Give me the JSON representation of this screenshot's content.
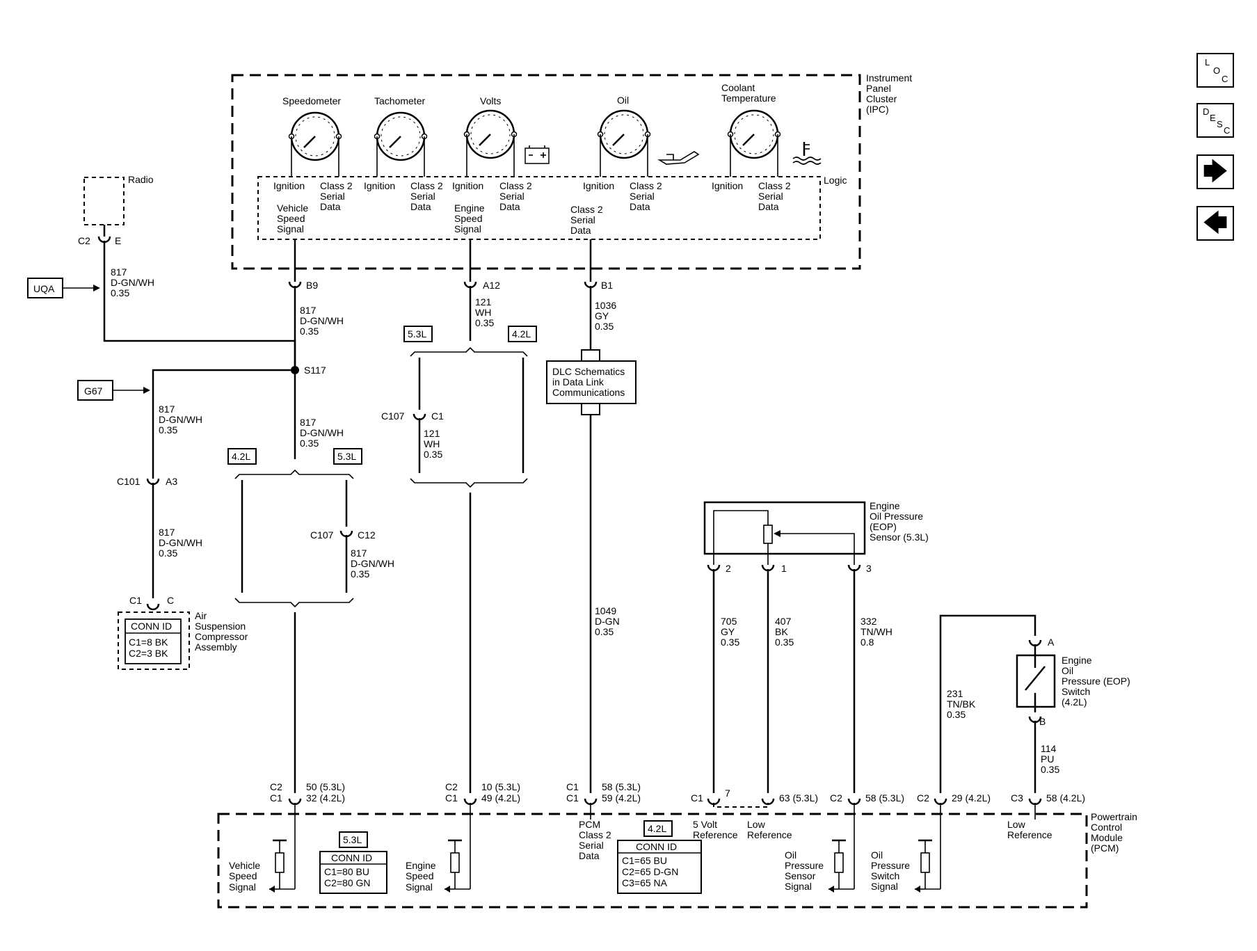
{
  "nav": {
    "loc": [
      "L",
      "O",
      "C"
    ],
    "desc": [
      "D",
      "E",
      "S",
      "C"
    ],
    "next": "🡆",
    "prev": "🡄"
  },
  "ipc": {
    "title": [
      "Instrument",
      "Panel",
      "Cluster",
      "(IPC)"
    ],
    "logic": "Logic",
    "gauges": {
      "speedometer": "Speedometer",
      "tachometer": "Tachometer",
      "volts": "Volts",
      "oil": "Oil",
      "coolant": [
        "Coolant",
        "Temperature"
      ]
    },
    "labels": {
      "ignition": "Ignition",
      "class2": [
        "Class 2",
        "Serial",
        "Data"
      ],
      "vss": [
        "Vehicle",
        "Speed",
        "Signal"
      ],
      "ess": [
        "Engine",
        "Speed",
        "Signal"
      ],
      "c2sd": [
        "Class 2",
        "Serial",
        "Data"
      ]
    },
    "pins": {
      "b9": "B9",
      "a12": "A12",
      "b1": "B1"
    }
  },
  "radio": {
    "label": "Radio",
    "conn": "C2",
    "pin": "E"
  },
  "refs": {
    "uqa": "UQA",
    "g67": "G67"
  },
  "wire817": [
    "817",
    "D-GN/WH",
    "0.35"
  ],
  "wire121": [
    "121",
    "WH",
    "0.35"
  ],
  "wire1036": [
    "1036",
    "GY",
    "0.35"
  ],
  "wire1049": [
    "1049",
    "D-GN",
    "0.35"
  ],
  "wire705": [
    "705",
    "GY",
    "0.35"
  ],
  "wire407": [
    "407",
    "BK",
    "0.35"
  ],
  "wire332": [
    "332",
    "TN/WH",
    "0.8"
  ],
  "wire231": [
    "231",
    "TN/BK",
    "0.35"
  ],
  "wire114": [
    "114",
    "PU",
    "0.35"
  ],
  "splice": "S117",
  "opt": {
    "l53": "5.3L",
    "l42": "4.2L"
  },
  "c107": "C107",
  "c1": "C1",
  "c12": "C12",
  "c101": "C101",
  "a3": "A3",
  "conn_c": "C",
  "dlc": [
    "DLC Schematics",
    "in Data Link",
    "Communications"
  ],
  "air": {
    "label": [
      "Air",
      "Suspension",
      "Compressor",
      "Assembly"
    ],
    "connid": "CONN ID",
    "rows": [
      "C1=8 BK",
      "C2=3 BK"
    ]
  },
  "eop_sensor": {
    "label": [
      "Engine",
      "Oil Pressure",
      "(EOP)",
      "Sensor (5.3L)"
    ],
    "pins": [
      "2",
      "1",
      "3"
    ]
  },
  "eop_switch": {
    "label": [
      "Engine",
      "Oil",
      "Pressure (EOP)",
      "Switch",
      "(4.2L)"
    ],
    "pin_a": "A",
    "pin_b": "B"
  },
  "pcm": {
    "label": [
      "Powertrain",
      "Control",
      "Module",
      "(PCM)"
    ],
    "conns": {
      "vss_c": [
        "C2",
        "C1"
      ],
      "vss_p": [
        "50 (5.3L)",
        "32 (4.2L)"
      ],
      "ess_c": [
        "C2",
        "C1"
      ],
      "ess_p": [
        "10 (5.3L)",
        "49 (4.2L)"
      ],
      "c2_c": [
        "C1",
        "C1"
      ],
      "c2_p": [
        "58 (5.3L)",
        "59 (4.2L)"
      ],
      "ref5_c": "C1",
      "ref5_p": "7",
      "low_p": "63 (5.3L)",
      "ops_c": "C2",
      "ops_p": "58 (5.3L)",
      "osw_c": "C2",
      "osw_p": "29 (4.2L)",
      "low2_c": "C3",
      "low2_p": "58 (4.2L)"
    },
    "labels": {
      "vss": [
        "Vehicle",
        "Speed",
        "Signal"
      ],
      "ess": [
        "Engine",
        "Speed",
        "Signal"
      ],
      "c2": [
        "PCM",
        "Class 2",
        "Serial",
        "Data"
      ],
      "ref5": [
        "5 Volt",
        "Reference"
      ],
      "low": [
        "Low",
        "Reference"
      ],
      "ops": [
        "Oil",
        "Pressure",
        "Sensor",
        "Signal"
      ],
      "osw": [
        "Oil",
        "Pressure",
        "Switch",
        "Signal"
      ],
      "low2": [
        "Low",
        "Reference"
      ]
    },
    "connid53": {
      "tag": "5.3L",
      "title": "CONN ID",
      "rows": [
        "C1=80 BU",
        "C2=80 GN"
      ]
    },
    "connid42": {
      "tag": "4.2L",
      "title": "CONN ID",
      "rows": [
        "C1=65 BU",
        "C2=65 D-GN",
        "C3=65 NA"
      ]
    }
  }
}
